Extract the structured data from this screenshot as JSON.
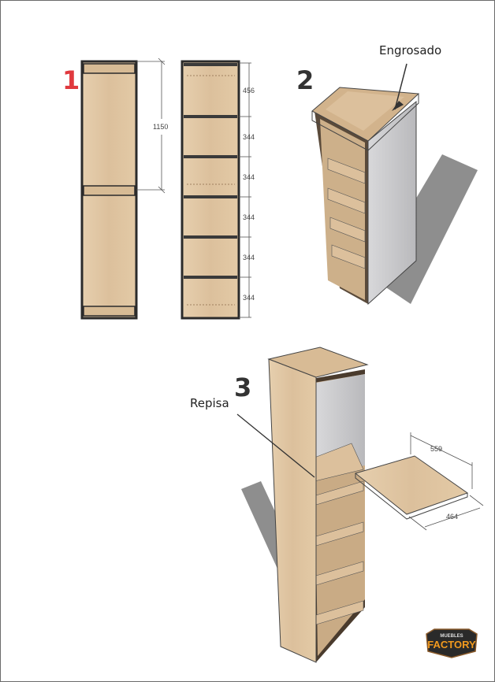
{
  "steps": {
    "step1": {
      "number": "1",
      "color": "#e0393e",
      "height_dimension": "1150",
      "shelf_dimensions": [
        "456",
        "344",
        "344",
        "344",
        "344",
        "344"
      ]
    },
    "step2": {
      "number": "2",
      "callout": "Engrosado"
    },
    "step3": {
      "number": "3",
      "callout": "Repisa",
      "shelf_width": "559",
      "shelf_depth": "464"
    }
  },
  "logo": {
    "line1": "MUEBLES",
    "line2": "FACTORY"
  },
  "colors": {
    "wood": "#dcc09c",
    "wood_dark": "#b89a73",
    "frame": "#2b2b2b",
    "side_panel": "#c9c9cb",
    "shadow": "#8e8e8e"
  }
}
